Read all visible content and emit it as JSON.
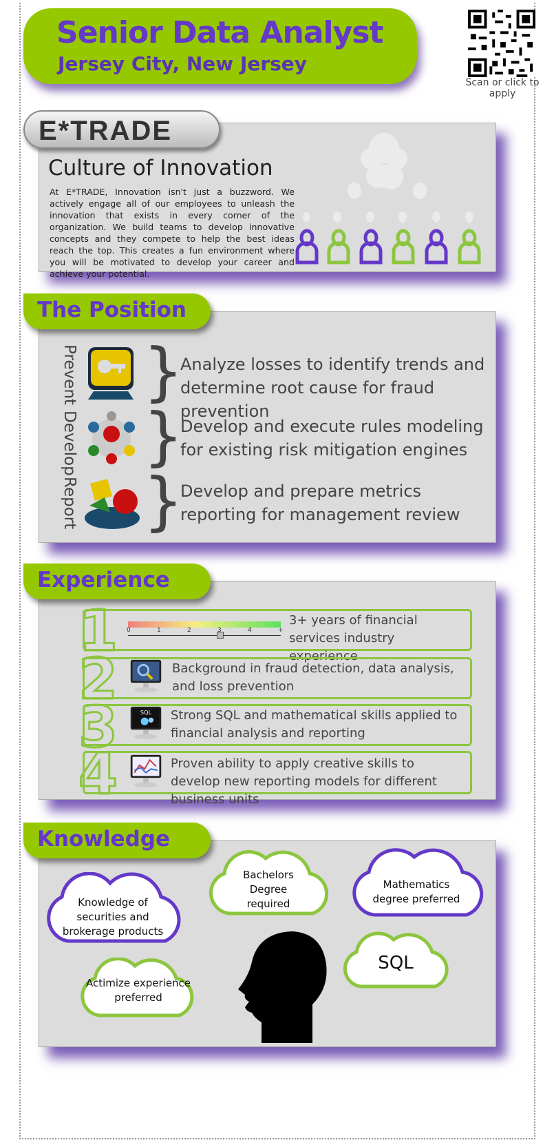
{
  "header": {
    "title": "Senior Data Analyst",
    "location": "Jersey City, New Jersey",
    "qr_caption": "Scan or click to apply"
  },
  "culture": {
    "logo": "E*TRADE",
    "heading": "Culture of Innovation",
    "body": "At E*TRADE, Innovation isn't just a buzzword.  We actively engage all of our employees to unleash the innovation that exists in every corner of the organization. We build teams to develop innovative concepts and they compete to help the best ideas reach the top.  This creates a fun environment where you will be motivated to develop your career and achieve your potential."
  },
  "position": {
    "title": "The Position",
    "items": [
      {
        "verb": "Prevent",
        "text": "Analyze losses to identify trends and determine root cause for fraud prevention",
        "icon": "key-monitor-icon"
      },
      {
        "verb": "Develop",
        "text": "Develop and execute rules modeling for existing risk mitigation engines",
        "icon": "molecule-icon"
      },
      {
        "verb": "Report",
        "text": "Develop and prepare metrics reporting for management review",
        "icon": "shapes-tray-icon"
      }
    ]
  },
  "experience": {
    "title": "Experience",
    "scale_labels": [
      "0",
      "1",
      "2",
      "3",
      "4",
      "+"
    ],
    "scale_value": 3,
    "items": [
      {
        "num": "1",
        "text": "3+ years of financial services industry experience"
      },
      {
        "num": "2",
        "text": "Background in fraud detection, data analysis, and loss prevention"
      },
      {
        "num": "3",
        "text": "Strong SQL and mathematical skills applied to financial analysis and reporting",
        "icon_label": "SQL"
      },
      {
        "num": "4",
        "text": "Proven ability to apply creative skills to develop new reporting models for different business units"
      }
    ]
  },
  "knowledge": {
    "title": "Knowledge",
    "clouds": [
      {
        "text": "Knowledge of securities and brokerage products"
      },
      {
        "text": "Bachelors Degree required"
      },
      {
        "text": "Mathematics degree preferred"
      },
      {
        "text": "SQL"
      },
      {
        "text": "Actimize experience preferred"
      }
    ]
  },
  "colors": {
    "green": "#96c800",
    "purple": "#6438c8",
    "panel": "#dcdcdc"
  }
}
